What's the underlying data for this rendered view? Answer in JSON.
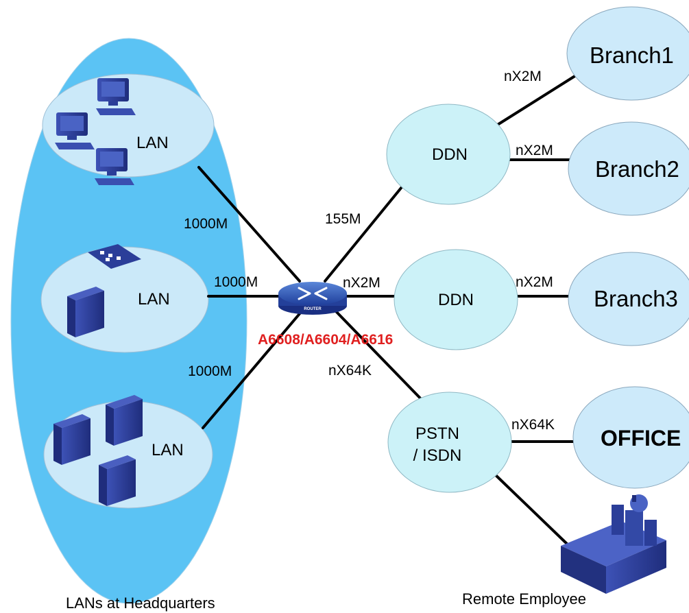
{
  "colors": {
    "hq_fill": "#5bc3f4",
    "lan_fill": "#cbe9f9",
    "cloud_fill": "#ccf2f8",
    "branch_fill": "#cdeafa",
    "device_blue": "#2b3e99",
    "router_model": "#e02020"
  },
  "hq": {
    "caption": "LANs at Headquarters"
  },
  "lans": [
    {
      "label": "LAN",
      "link": "1000M",
      "icon": "pc-computer-icon"
    },
    {
      "label": "LAN",
      "link": "1000M",
      "icon": "switch-server-icon"
    },
    {
      "label": "LAN",
      "link": "1000M",
      "icon": "server-icon"
    }
  ],
  "router": {
    "badge": "ROUTER",
    "model": "A6608/A6604/A6616"
  },
  "wan": {
    "ddn1": {
      "label": "DDN",
      "uplink": "155M"
    },
    "ddn2": {
      "label": "DDN",
      "uplink": "nX2M"
    },
    "pstn": {
      "label_line1": "PSTN",
      "label_line2": "/ ISDN",
      "uplink": "nX64K"
    }
  },
  "sites": [
    {
      "label": "Branch1",
      "link": "nX2M"
    },
    {
      "label": "Branch2",
      "link": "nX2M"
    },
    {
      "label": "Branch3",
      "link": "nX2M"
    },
    {
      "label": "OFFICE",
      "link": "nX64K"
    }
  ],
  "remote": {
    "caption": "Remote Employee"
  }
}
